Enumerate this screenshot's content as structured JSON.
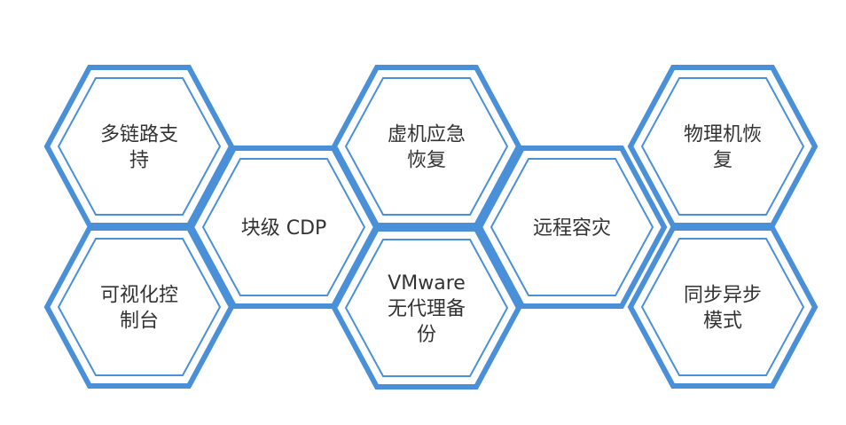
{
  "diagram": {
    "accent_color": "#4a90d9",
    "text_color": "#333333",
    "features": [
      {
        "lines": [
          "多链路支",
          "持"
        ]
      },
      {
        "lines": [
          "块级 CDP"
        ]
      },
      {
        "lines": [
          "可视化控",
          "制台"
        ]
      },
      {
        "lines": [
          "虚机应急",
          "恢复"
        ]
      },
      {
        "lines": [
          "VMware",
          "无代理备",
          "份"
        ]
      },
      {
        "lines": [
          "远程容灾"
        ]
      },
      {
        "lines": [
          "物理机恢",
          "复"
        ]
      },
      {
        "lines": [
          "同步异步",
          "模式"
        ]
      }
    ]
  }
}
